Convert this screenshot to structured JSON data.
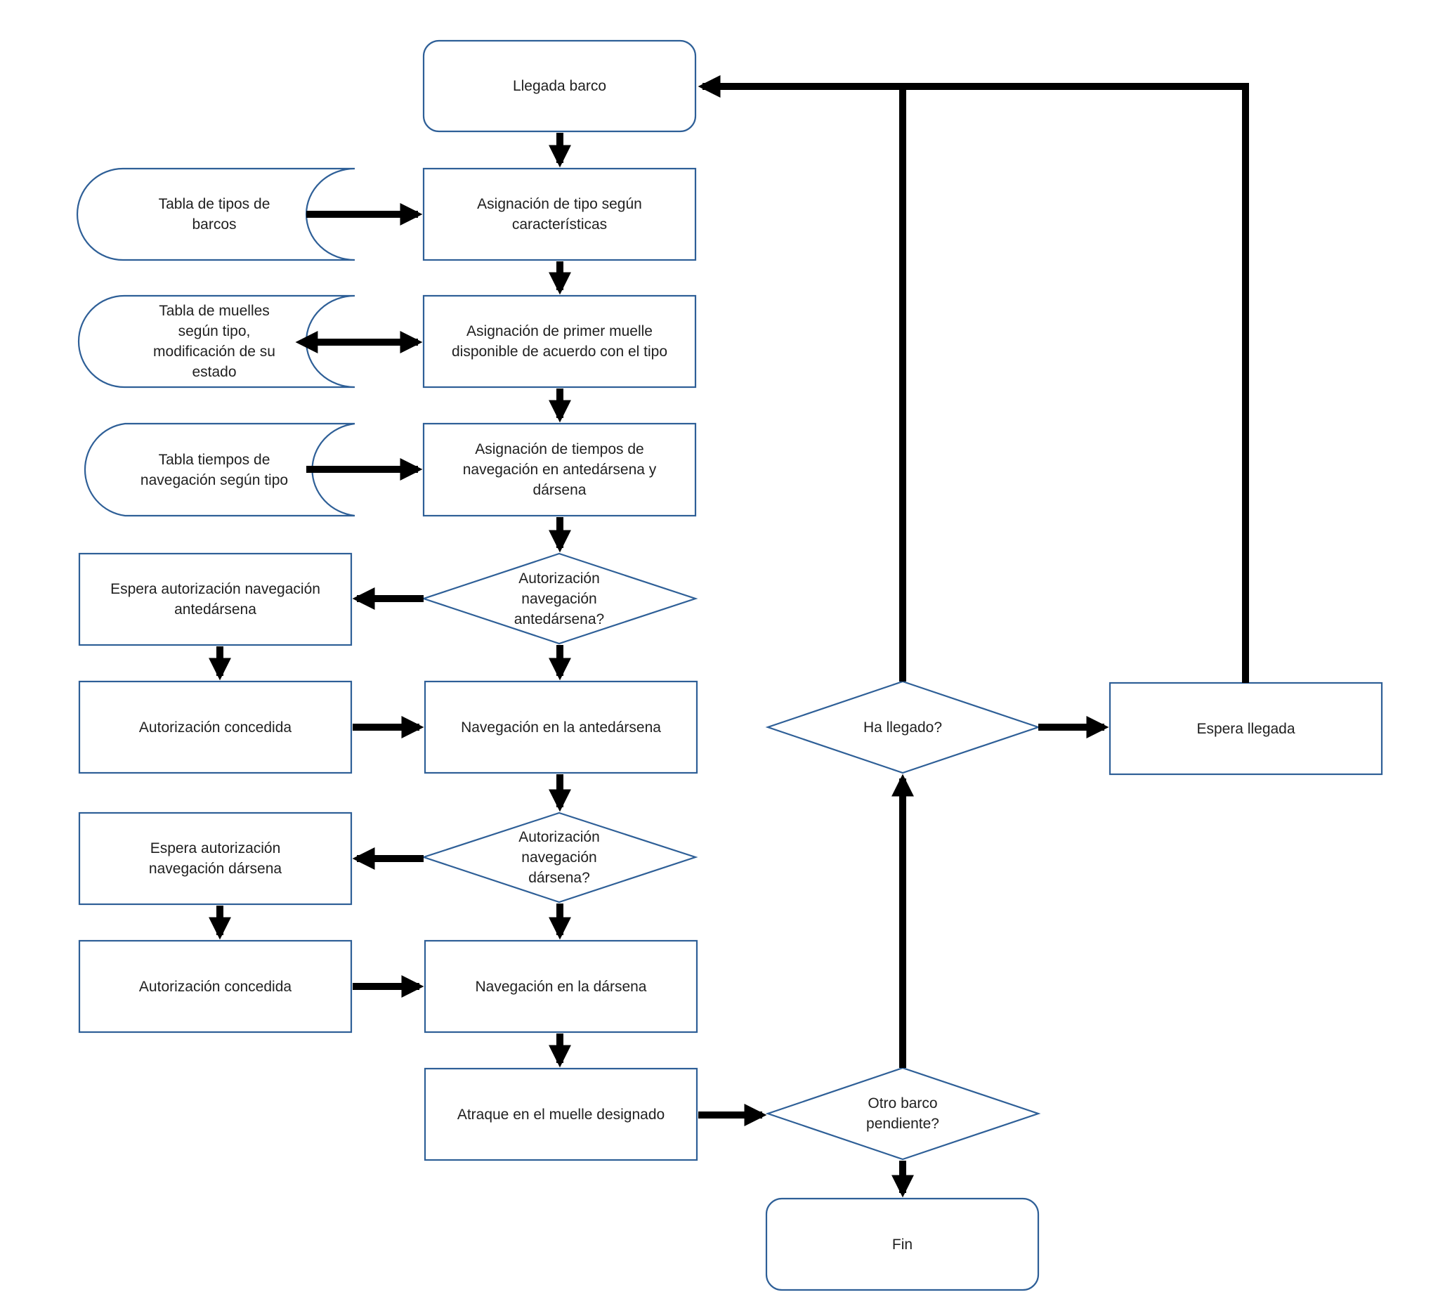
{
  "nodes": {
    "llegada_barco": "Llegada barco",
    "tabla_tipos": "Tabla de tipos de barcos",
    "asig_tipo": "Asignación de tipo según características",
    "tabla_muelles": "Tabla de muelles según tipo, modificación de su estado",
    "asig_muelle": "Asignación de primer muelle disponible de acuerdo con el tipo",
    "tabla_tiempos": "Tabla tiempos de navegación según tipo",
    "asig_tiempos": "Asignación de tiempos de navegación en antedársena y dársena",
    "dec_antedarsena": "Autorización navegación antedársena?",
    "espera_antedarsena": "Espera autorización navegación antedársena",
    "conc_antedarsena": "Autorización concedida",
    "nav_antedarsena": "Navegación en la antedársena",
    "dec_darsena": "Autorización navegación dársena?",
    "espera_darsena": "Espera autorización navegación dársena",
    "conc_darsena": "Autorización concedida",
    "nav_darsena": "Navegación en la dársena",
    "atraque": "Atraque en el muelle designado",
    "dec_otro": "Otro barco pendiente?",
    "fin": "Fin",
    "dec_llegado": "Ha llegado?",
    "espera_llegada": "Espera llegada"
  },
  "colors": {
    "stroke": "#2e5f97",
    "arrow": "#000000",
    "text": "#1f1f1f"
  }
}
